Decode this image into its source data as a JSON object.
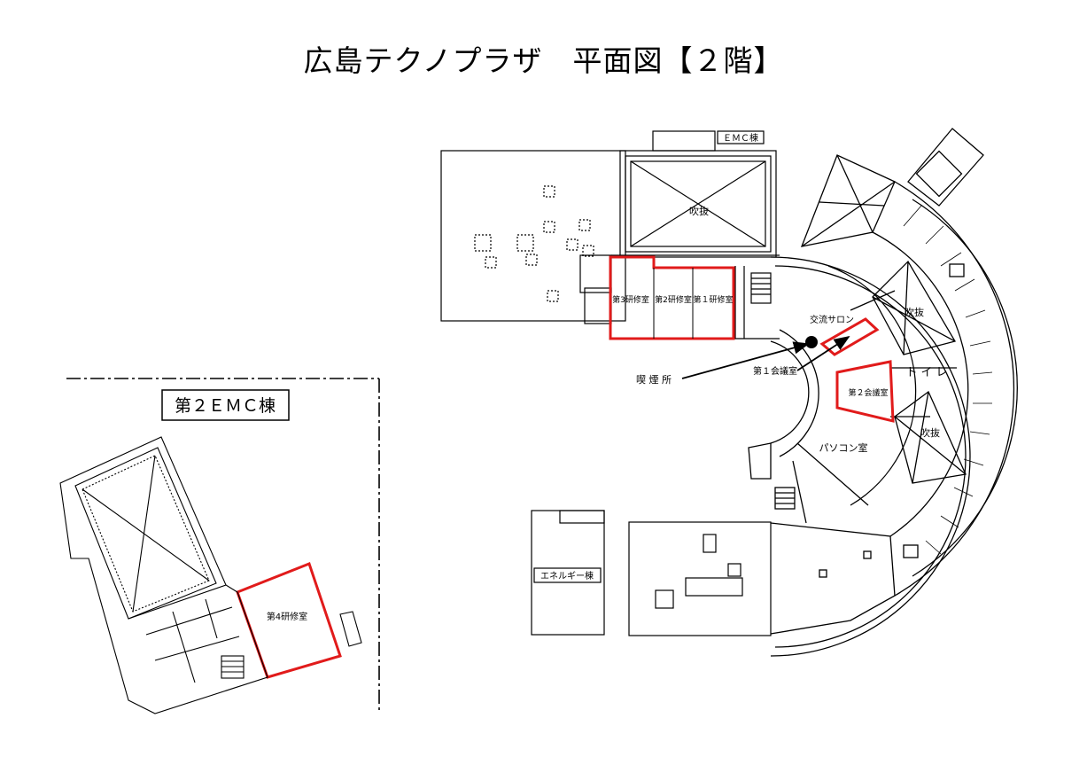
{
  "title": "広島テクノプラザ　平面図【２階】",
  "buildings": {
    "emc": "ＥＭＣ棟",
    "emc2": "第２ＥＭＣ棟",
    "energy": "エネルギー棟"
  },
  "rooms": {
    "void_top": "吹抜",
    "void_right1": "吹抜",
    "void_right2": "吹抜",
    "training3": "第3研修室",
    "training2": "第2研修室",
    "training1": "第１研修室",
    "salon": "交流サロン",
    "meeting1": "第１会議室",
    "meeting2": "第２会議室",
    "toilet": "トイレ",
    "pc_room": "パソコン室",
    "smoking": "喫 煙 所",
    "training4": "第4研修室"
  },
  "colors": {
    "highlight": "#e11b1b",
    "line": "#000000"
  }
}
